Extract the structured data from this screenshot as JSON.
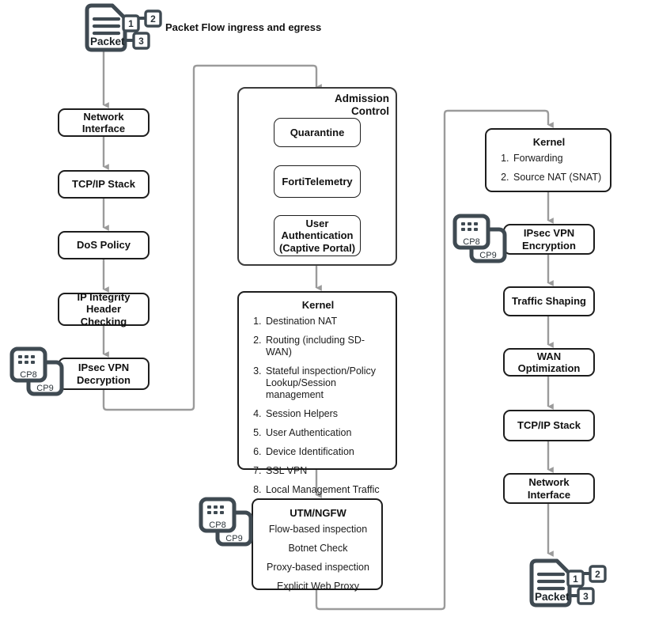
{
  "diagram": {
    "title": "Packet Flow ingress and egress",
    "colors": {
      "node_border": "#1d1d1d",
      "connector": "#9b9b9b",
      "icon_dark": "#3f4a52",
      "text": "#111111",
      "background": "#ffffff"
    }
  },
  "packet_icons": [
    {
      "name": "packet-ingress",
      "label": "Packet",
      "badges": [
        "1",
        "2",
        "3"
      ]
    },
    {
      "name": "packet-egress",
      "label": "Packet",
      "badges": [
        "1",
        "2",
        "3"
      ]
    }
  ],
  "cp_icons": [
    {
      "name": "cp-icon-ipsec-decryption",
      "front": "CP8",
      "back": "CP9"
    },
    {
      "name": "cp-icon-utm-ngfw",
      "front": "CP8",
      "back": "CP9"
    },
    {
      "name": "cp-icon-ipsec-encryption",
      "front": "CP8",
      "back": "CP9"
    }
  ],
  "ingress_column": {
    "nodes": [
      {
        "id": "network-interface",
        "label": "Network Interface"
      },
      {
        "id": "tcp-ip-stack",
        "label": "TCP/IP Stack"
      },
      {
        "id": "dos-policy",
        "label": "DoS Policy"
      },
      {
        "id": "ip-integrity-header",
        "label": "IP Integrity Header\nChecking"
      },
      {
        "id": "ipsec-vpn-decryption",
        "label": "IPsec VPN\nDecryption"
      }
    ]
  },
  "admission_control": {
    "title": "Admission\nControl",
    "nodes": [
      {
        "id": "quarantine",
        "label": "Quarantine"
      },
      {
        "id": "fortitelemetry",
        "label": "FortiTelemetry"
      },
      {
        "id": "user-authentication",
        "label": "User\nAuthentication\n(Captive Portal)"
      }
    ]
  },
  "kernel_middle": {
    "title": "Kernel",
    "items": [
      "Destination NAT",
      "Routing (including SD-WAN)",
      "Stateful inspection/Policy Lookup/Session management",
      "Session Helpers",
      "User Authentication",
      "Device Identification",
      "SSL VPN",
      "Local Management Traffic"
    ]
  },
  "utm_ngfw": {
    "title": "UTM/NGFW",
    "items": [
      "Flow-based inspection",
      "Botnet Check",
      "Proxy-based inspection",
      "Explicit Web Proxy"
    ]
  },
  "kernel_right": {
    "title": "Kernel",
    "items": [
      "Forwarding",
      "Source NAT (SNAT)"
    ]
  },
  "egress_column": {
    "nodes": [
      {
        "id": "ipsec-vpn-encryption",
        "label": "IPsec VPN\nEncryption"
      },
      {
        "id": "traffic-shaping",
        "label": "Traffic Shaping"
      },
      {
        "id": "wan-optimization",
        "label": "WAN Optimization"
      },
      {
        "id": "tcp-ip-stack-egress",
        "label": "TCP/IP Stack"
      },
      {
        "id": "network-interface-egress",
        "label": "Network Interface"
      }
    ]
  }
}
